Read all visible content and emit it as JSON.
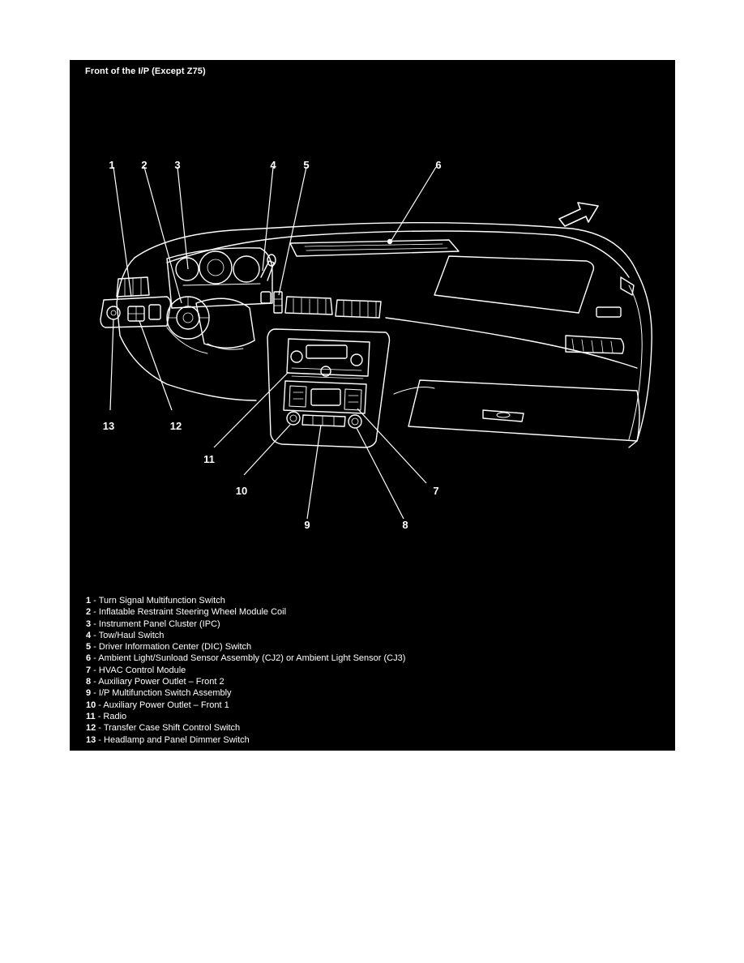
{
  "title": "Front of the I/P (Except Z75)",
  "callouts": [
    "1",
    "2",
    "3",
    "4",
    "5",
    "6",
    "7",
    "8",
    "9",
    "10",
    "11",
    "12",
    "13"
  ],
  "legend": [
    {
      "num": "1",
      "text": " - Turn Signal Multifunction Switch"
    },
    {
      "num": "2",
      "text": " - Inflatable Restraint Steering Wheel Module Coil"
    },
    {
      "num": "3",
      "text": " - Instrument Panel Cluster (IPC)"
    },
    {
      "num": "4",
      "text": " - Tow/Haul Switch"
    },
    {
      "num": "5",
      "text": " - Driver Information Center (DIC) Switch"
    },
    {
      "num": "6",
      "text": " - Ambient Light/Sunload Sensor Assembly (CJ2) or Ambient Light Sensor (CJ3)"
    },
    {
      "num": "7",
      "text": " - HVAC Control Module"
    },
    {
      "num": "8",
      "text": " - Auxiliary Power Outlet – Front 2"
    },
    {
      "num": "9",
      "text": " - I/P Multifunction Switch Assembly"
    },
    {
      "num": "10",
      "text": " - Auxiliary Power Outlet – Front 1"
    },
    {
      "num": "11",
      "text": " - Radio"
    },
    {
      "num": "12",
      "text": " - Transfer Case Shift Control Switch"
    },
    {
      "num": "13",
      "text": " - Headlamp and Panel Dimmer Switch"
    }
  ]
}
